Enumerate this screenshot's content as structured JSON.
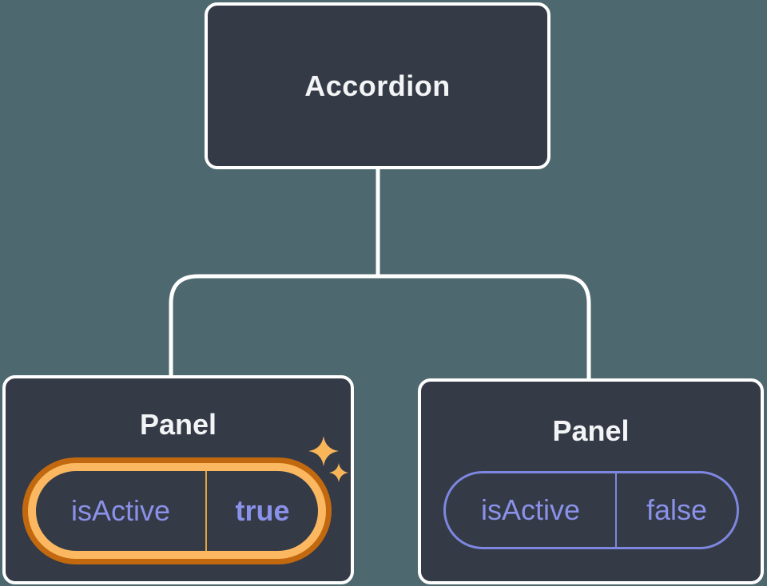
{
  "diagram": {
    "root": {
      "label": "Accordion"
    },
    "panels": [
      {
        "label": "Panel",
        "prop": "isActive",
        "value": "true",
        "highlighted": true
      },
      {
        "label": "Panel",
        "prop": "isActive",
        "value": "false",
        "highlighted": false
      }
    ]
  },
  "colors": {
    "background": "#4d686e",
    "node_fill": "#343a46",
    "node_border": "#ffffff",
    "node_text": "#f3f4f6",
    "state_text": "#8a91e8",
    "state_border_inactive": "#7e87e0",
    "highlight_outer": "#c2690f",
    "highlight_inner": "#fbb860",
    "highlight_divider": "#e9a23f",
    "sparkle": "#f9b659"
  }
}
